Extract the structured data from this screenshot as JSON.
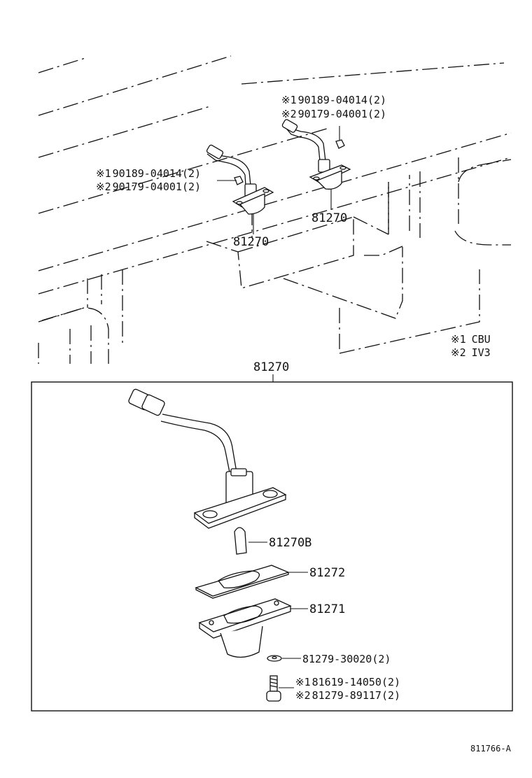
{
  "callouts": {
    "upper_right": {
      "line1_mark": "※1",
      "line1_text": "90189-04014(2)",
      "line2_mark": "※2",
      "line2_text": "90179-04001(2)"
    },
    "upper_left": {
      "line1_mark": "※1",
      "line1_text": "90189-04014(2)",
      "line2_mark": "※2",
      "line2_text": "90179-04001(2)"
    },
    "lamp_right": "81270",
    "lamp_left": "81270"
  },
  "legend": {
    "row1_mark": "※1",
    "row1_text": "CBU",
    "row2_mark": "※2",
    "row2_text": "IV3"
  },
  "detail_box": {
    "title": "81270",
    "parts": [
      {
        "label": "81270B"
      },
      {
        "label": "81272"
      },
      {
        "label": "81271"
      },
      {
        "label": "81279-30020(2)"
      }
    ],
    "screw": {
      "line1_mark": "※1",
      "line1_text": "81619-14050(2)",
      "line2_mark": "※2",
      "line2_text": "81279-89117(2)"
    }
  },
  "figure_id": "811766-A"
}
